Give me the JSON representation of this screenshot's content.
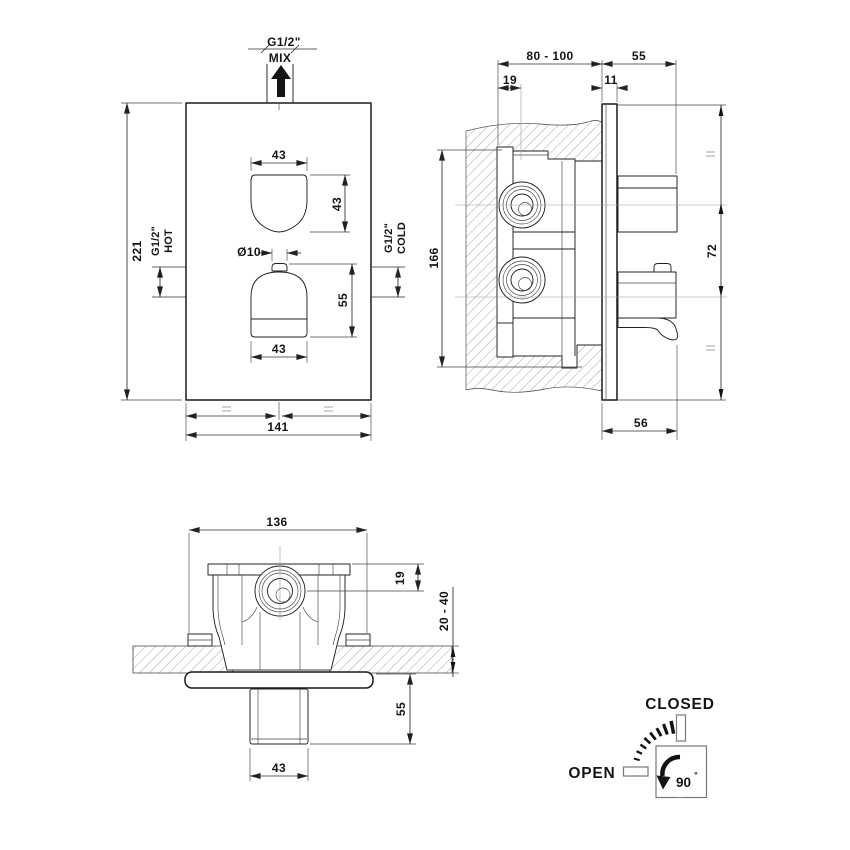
{
  "drawing": {
    "front": {
      "thread_mix": "G1/2\"",
      "mix_label": "MIX",
      "thread_hot": "G1/2\"",
      "hot_label": "HOT",
      "thread_cold": "G1/2\"",
      "cold_label": "COLD",
      "dim_plate_height": "221",
      "dim_plate_width": "141",
      "dim_knob1_width": "43",
      "dim_knob1_height": "43",
      "dim_nub_diameter": "Ø10",
      "dim_knob2_height": "55",
      "dim_knob2_width": "43"
    },
    "side": {
      "dim_depth_range": "80 - 100",
      "dim_trim_depth": "55",
      "dim_back_offset": "19",
      "dim_plate_thickness": "11",
      "dim_body_height": "166",
      "dim_handle_spacing": "72",
      "dim_handle_depth": "56"
    },
    "plan": {
      "dim_body_width": "136",
      "dim_port_offset": "19",
      "dim_wall_range": "20 - 40",
      "dim_knob_depth": "55",
      "dim_knob_width": "43"
    },
    "operation": {
      "closed_label": "CLOSED",
      "open_label": "OPEN",
      "angle_value": "90",
      "angle_degree": "°"
    }
  }
}
